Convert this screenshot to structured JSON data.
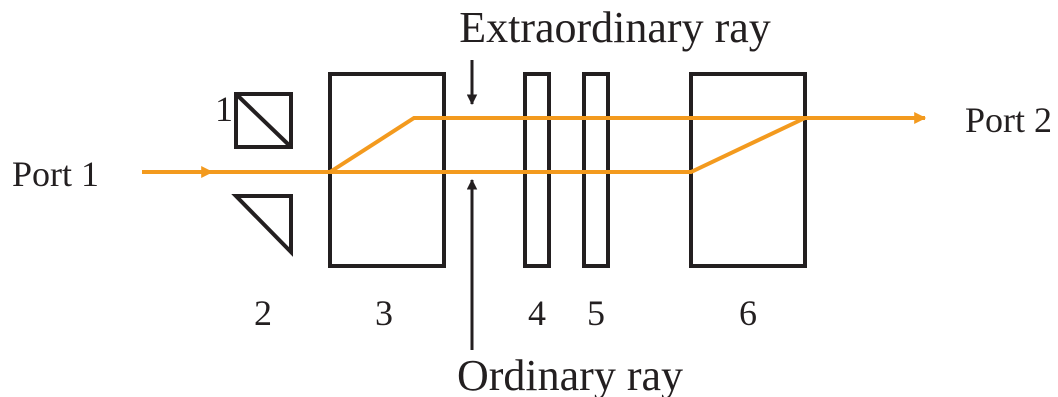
{
  "labels": {
    "extraordinary": "Extraordinary ray",
    "ordinary": "Ordinary ray",
    "port1": "Port 1",
    "port2": "Port 2",
    "n1": "1",
    "n2": "2",
    "n3": "3",
    "n4": "4",
    "n5": "5",
    "n6": "6"
  },
  "colors": {
    "beam": "#f39a1e",
    "line": "#231f20"
  }
}
